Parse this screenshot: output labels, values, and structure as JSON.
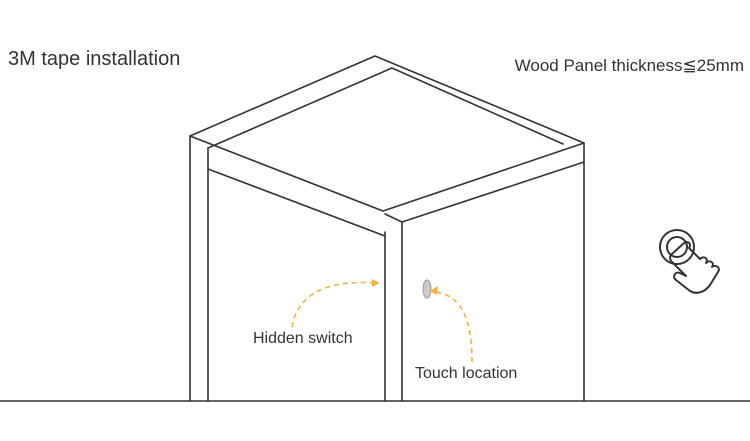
{
  "title": "3M tape installation",
  "spec": "Wood Panel thickness≦25mm",
  "labels": {
    "hidden_switch": "Hidden switch",
    "touch_location": "Touch location"
  },
  "icons": [
    "touch-hand-icon"
  ],
  "colors": {
    "line": "#333333",
    "arrow": "#f4b03c",
    "sensor": "#cccccc"
  }
}
